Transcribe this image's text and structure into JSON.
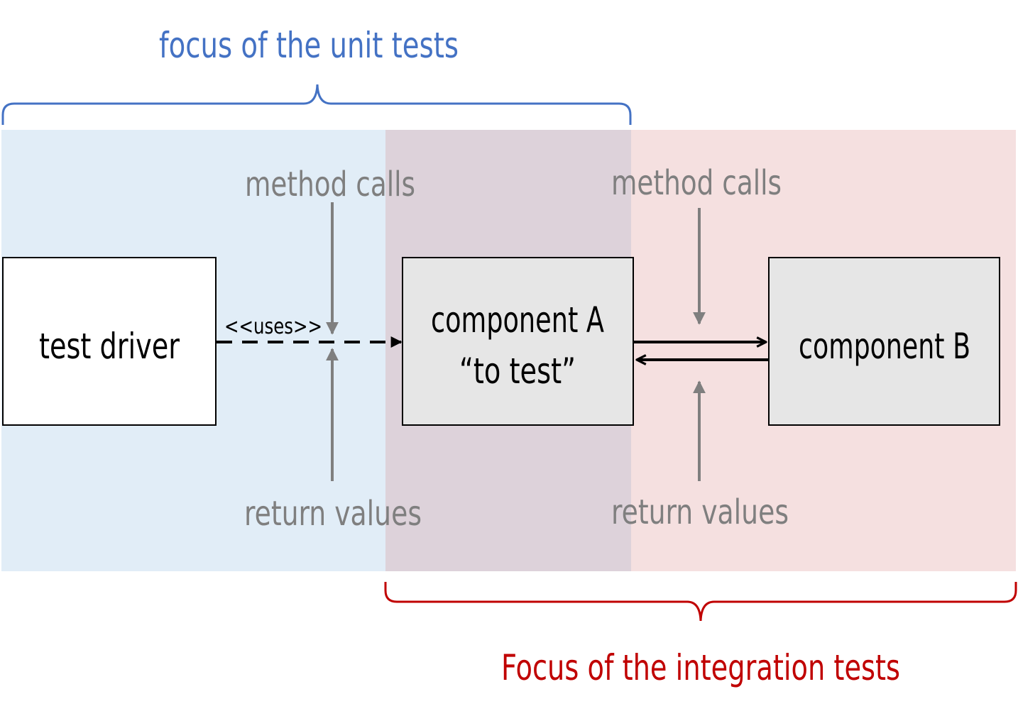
{
  "colors": {
    "unit": "#4472c4",
    "integration": "#c00000",
    "unit_region": "#e1edf7",
    "overlap_region": "#ddd2da",
    "integration_region": "#f5e0e0",
    "label_gray": "#7f7f7f",
    "box_gray": "#e6e6e6",
    "box_white": "#ffffff",
    "ink": "#000000"
  },
  "labels": {
    "unit_focus": "focus of the unit tests",
    "integration_focus": "Focus of the integration tests"
  },
  "nodes": {
    "test_driver": "test driver",
    "component_a_line1": "component A",
    "component_a_line2": "“to test”",
    "component_b": "component B"
  },
  "edges": {
    "uses": "<<uses>>"
  },
  "annotations": {
    "left_method_calls": "method calls",
    "left_return_values": "return values",
    "right_method_calls": "method calls",
    "right_return_values": "return values"
  }
}
